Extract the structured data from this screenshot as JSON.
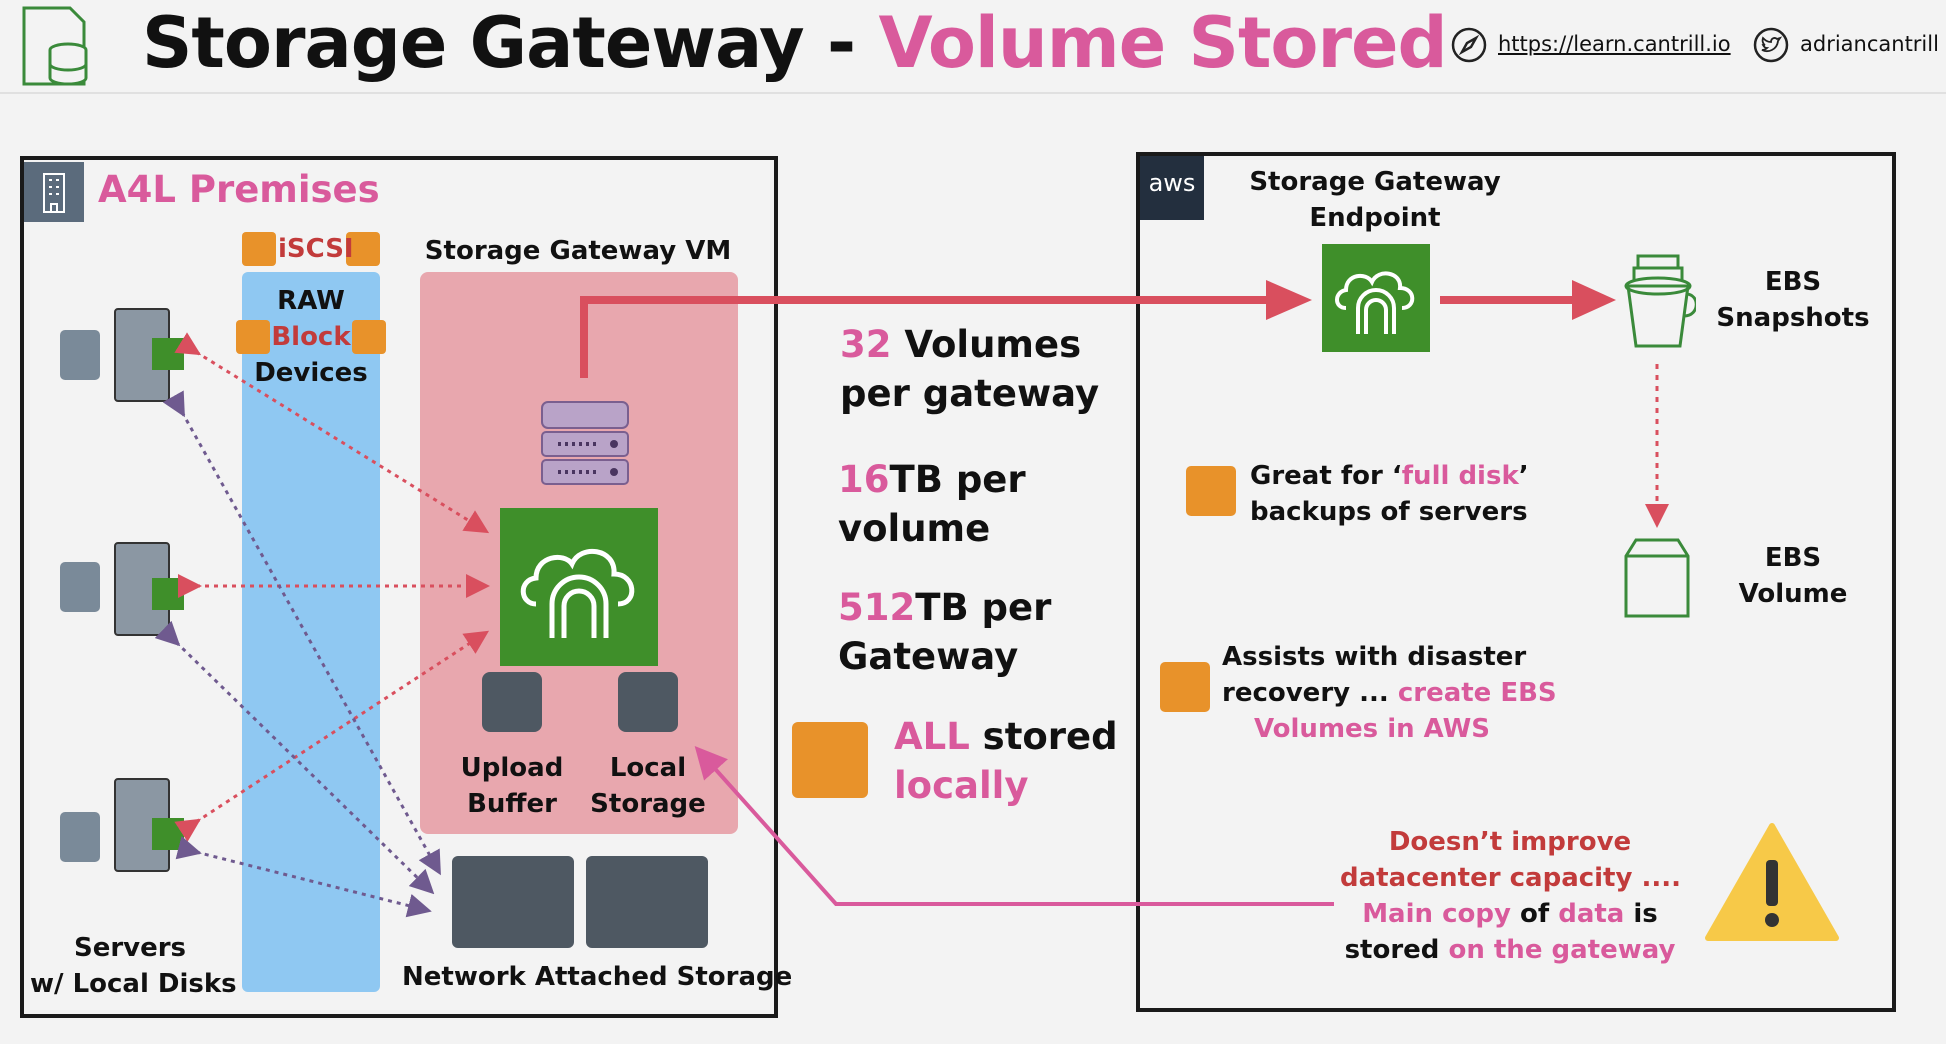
{
  "header": {
    "title_main": "Storage Gateway - ",
    "title_accent": "Volume Stored",
    "website": "https://learn.cantrill.io",
    "twitter": "adriancantrill"
  },
  "premises": {
    "title": "A4L Premises",
    "iscsi": "iSCSI",
    "raw_line1": "RAW",
    "raw_block": "Block",
    "raw_line3": "Devices",
    "vm_title": "Storage Gateway VM",
    "upload_buffer": [
      "Upload",
      "Buffer"
    ],
    "local_storage": [
      "Local",
      "Storage"
    ],
    "servers_label": [
      "Servers",
      "w/ Local Disks"
    ],
    "nas_label": "Network Attached Storage"
  },
  "stats": {
    "s1_num": "32",
    "s1_rest": " Volumes",
    "s1_line2": "per gateway",
    "s2_num": "16",
    "s2_rest": "TB per",
    "s2_line2": "volume",
    "s3_num": "512",
    "s3_rest": "TB per",
    "s3_line2": "Gateway",
    "s4_accent": "ALL",
    "s4_rest": " stored",
    "s4_line2": "locally"
  },
  "aws": {
    "logo": "aws",
    "endpoint": [
      "Storage Gateway",
      "Endpoint"
    ],
    "ebs_snapshots": [
      "EBS",
      "Snapshots"
    ],
    "ebs_volume": [
      "EBS",
      "Volume"
    ],
    "note1_a": "Great for ‘",
    "note1_accent": "full disk",
    "note1_b": "’",
    "note1_line2": "backups of servers",
    "note2_line1": "Assists with disaster",
    "note2_a": "recovery ... ",
    "note2_accent": "create EBS",
    "note2_line3": "Volumes in AWS",
    "warn_line1": "Doesn’t improve",
    "warn_line2": "datacenter capacity ....",
    "warn_main": "Main copy",
    "warn_of": " of ",
    "warn_data": "data",
    "warn_is": " is",
    "warn_stored": "stored ",
    "warn_gateway": "on the gateway"
  },
  "colors": {
    "pink": "#d95a9c",
    "red": "#c23b3b",
    "arrow_red": "#d94f5e",
    "gateway_green": "#3f8f2a",
    "vm_fill": "#e8a7ae",
    "iscsi_blue": "#8fc8f2",
    "warning_yellow": "#f7c948"
  }
}
